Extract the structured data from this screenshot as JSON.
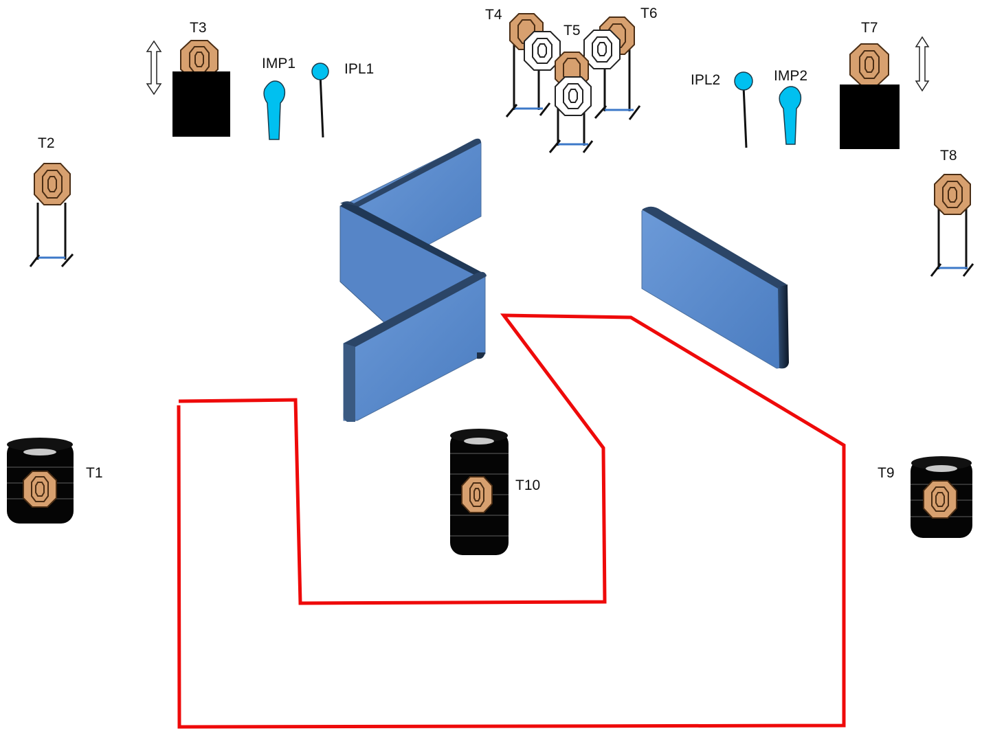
{
  "stage": {
    "colors": {
      "background": "#ffffff",
      "fault_line": "#ee0a0a",
      "wall_face": "#5b8fcf",
      "wall_dark": "#243b5a",
      "target_tan": "#d7a06f",
      "target_outline": "#4a2d14",
      "no_shoot_fill": "#ffffff",
      "popper_blue": "#00c0f0",
      "barrel_black": "#050505",
      "cover_black": "#000000",
      "stand_blue": "#3c78c8"
    }
  },
  "targets": [
    {
      "id": "T1",
      "label": "T1",
      "kind": "barrel-target"
    },
    {
      "id": "T2",
      "label": "T2",
      "kind": "stand-target"
    },
    {
      "id": "T3",
      "label": "T3",
      "kind": "mover-target",
      "motion": "vertical"
    },
    {
      "id": "T4",
      "label": "T4",
      "kind": "stand-target-with-no-shoot"
    },
    {
      "id": "T5",
      "label": "T5",
      "kind": "stand-target-with-no-shoot"
    },
    {
      "id": "T6",
      "label": "T6",
      "kind": "stand-target-with-no-shoot"
    },
    {
      "id": "T7",
      "label": "T7",
      "kind": "mover-target",
      "motion": "vertical"
    },
    {
      "id": "T8",
      "label": "T8",
      "kind": "stand-target"
    },
    {
      "id": "T9",
      "label": "T9",
      "kind": "barrel-target"
    },
    {
      "id": "T10",
      "label": "T10",
      "kind": "barrel-target"
    }
  ],
  "poppers": [
    {
      "id": "IMP1",
      "label": "IMP1",
      "kind": "mini-popper"
    },
    {
      "id": "IPL1",
      "label": "IPL1",
      "kind": "pepper-popper-plate"
    },
    {
      "id": "IPL2",
      "label": "IPL2",
      "kind": "pepper-popper-plate"
    },
    {
      "id": "IMP2",
      "label": "IMP2",
      "kind": "mini-popper"
    }
  ],
  "icons": {
    "target": "ipsc-target-icon",
    "no_shoot": "no-shoot-target-icon",
    "popper": "popper-icon",
    "plate": "plate-icon",
    "barrel": "barrel-icon",
    "arrow": "double-arrow-icon"
  }
}
